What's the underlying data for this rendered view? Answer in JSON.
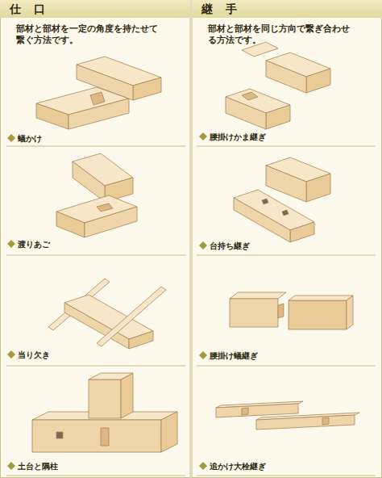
{
  "diagram": {
    "nodes": [
      {
        "text": [
          "仕　口",
          "部材と部材を一定の角度を持たせて繋ぐ方法です。"
        ]
      },
      {
        "text": [
          "継　手",
          "部材と部材を同じ方向で繋ぎ合わせる方法です。"
        ]
      }
    ],
    "labels": [
      "蟻かけ",
      "渡りあご",
      "当り欠き",
      "土台と隅柱",
      "腰掛けかま継ぎ",
      "台持ち継ぎ",
      "腰掛け蟻継ぎ",
      "追かけ大栓継ぎ"
    ]
  }
}
